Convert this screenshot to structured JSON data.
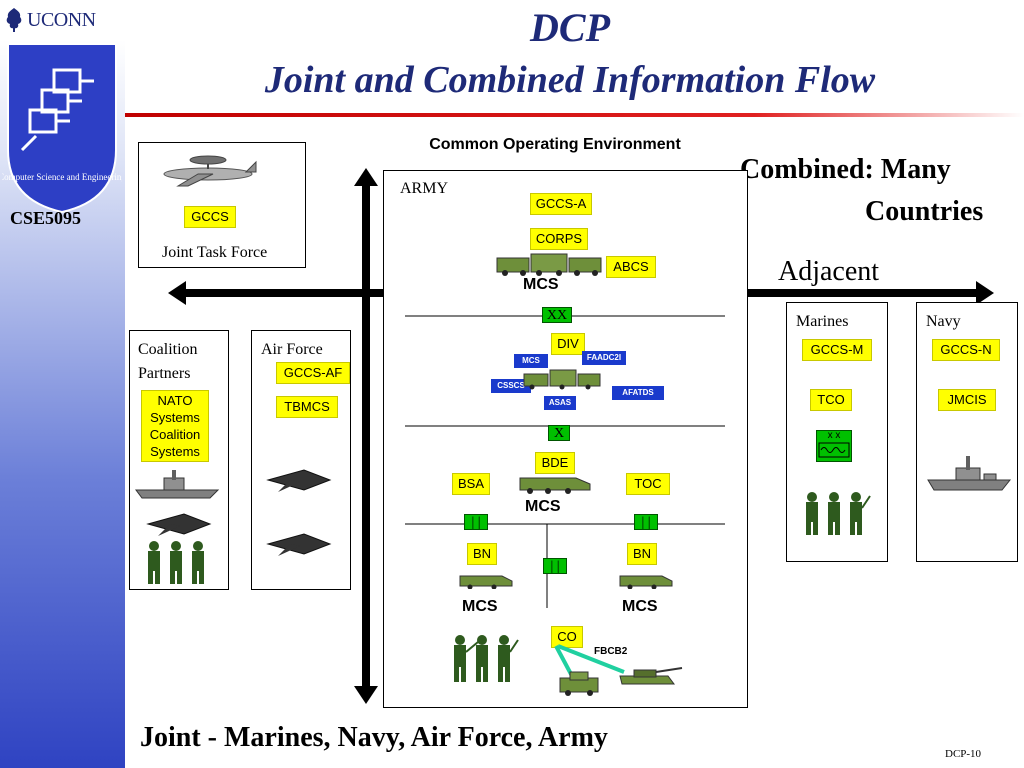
{
  "branding": {
    "university": "UCONN",
    "course": "CSE5095",
    "logo_text": "Computer Science and Engineering"
  },
  "slide": {
    "title": "DCP",
    "subtitle": "Joint and Combined Information Flow",
    "environment_label": "Common Operating Environment",
    "combined_line1": "Combined: Many",
    "combined_line2": "Countries",
    "adjacent_label": "Adjacent",
    "footer": "Joint - Marines, Navy, Air Force, Army",
    "page_number": "DCP-10"
  },
  "joint_task_force": {
    "label": "Joint Task Force",
    "tag": "GCCS"
  },
  "army": {
    "label": "ARMY",
    "tags": {
      "gccs_a": "GCCS-A",
      "corps": "CORPS",
      "abcs": "ABCS",
      "div": "DIV",
      "bde": "BDE",
      "bsa": "BSA",
      "toc": "TOC",
      "bn_left": "BN",
      "bn_right": "BN",
      "co": "CO"
    },
    "mcs_labels": [
      "MCS",
      "MCS",
      "MCS",
      "MCS"
    ],
    "echelon_marks": {
      "division": "XX",
      "brigade": "X",
      "battalion_left": "| |",
      "battalion_right": "| |",
      "company": "| |"
    },
    "div_systems": {
      "mcs": "MCS",
      "faadc2i": "FAADC2I",
      "csscs": "CSSCS",
      "afatds": "AFATDS",
      "asas": "ASAS"
    },
    "fbcb2": "FBCB2"
  },
  "coalition": {
    "title_line1": "Coalition",
    "title_line2": "Partners",
    "tag_lines": [
      "NATO",
      "Systems",
      "Coalition",
      "Systems"
    ]
  },
  "air_force": {
    "title": "Air Force",
    "tags": [
      "GCCS-AF",
      "TBMCS"
    ]
  },
  "marines": {
    "title": "Marines",
    "tags": [
      "GCCS-M",
      "TCO"
    ],
    "unit_mark": "x x"
  },
  "navy": {
    "title": "Navy",
    "tags": [
      "GCCS-N",
      "JMCIS"
    ]
  },
  "colors": {
    "title_blue": "#1e2a78",
    "label_yellow": "#ffff00",
    "system_blue": "#1a3acc",
    "echelon_green": "#00c000",
    "rule_red": "#c00000",
    "link_teal": "#20d0a0",
    "vehicle_green": "#6e8f3a"
  }
}
